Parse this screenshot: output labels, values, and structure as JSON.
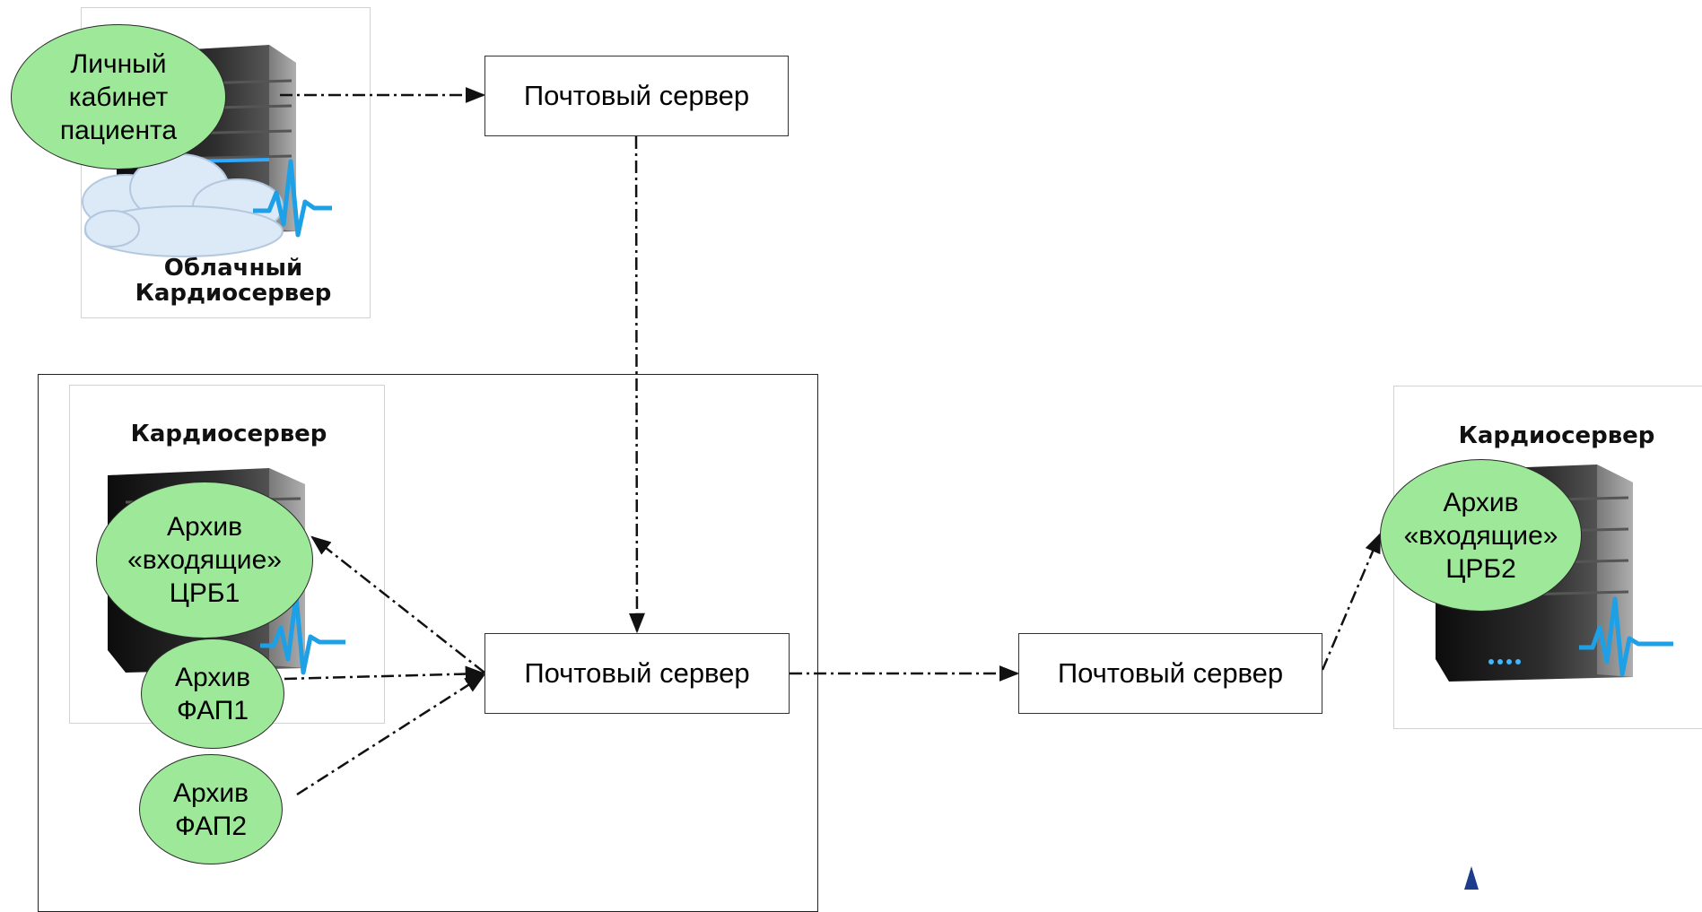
{
  "cloud_server": {
    "ellipse_lines": [
      "Личный",
      "кабинет",
      "пациента"
    ],
    "caption_lines": [
      "Облачный",
      "Кардиосервер"
    ]
  },
  "mail_servers": {
    "top": "Почтовый сервер",
    "center": "Почтовый сервер",
    "right": "Почтовый сервер"
  },
  "server_crb1": {
    "caption": "Кардиосервер",
    "archive_crb1": [
      "Архив",
      "«входящие»",
      "ЦРБ1"
    ],
    "archive_fap1": [
      "Архив",
      "ФАП1"
    ]
  },
  "archive_fap2": [
    "Архив",
    "ФАП2"
  ],
  "server_crb2": {
    "caption": "Кардиосервер",
    "archive_crb2": [
      "Архив",
      "«входящие»",
      "ЦРБ2"
    ]
  },
  "colors": {
    "ellipse_fill": "#9ee89a",
    "server_dark": "#1c1c1c",
    "pulse_blue": "#1ea0e6",
    "logo_blue": "#1e3c8c"
  },
  "icons": [
    "server-tower-icon",
    "cloud-icon",
    "ecg-pulse-icon",
    "dash-dot-arrow"
  ]
}
